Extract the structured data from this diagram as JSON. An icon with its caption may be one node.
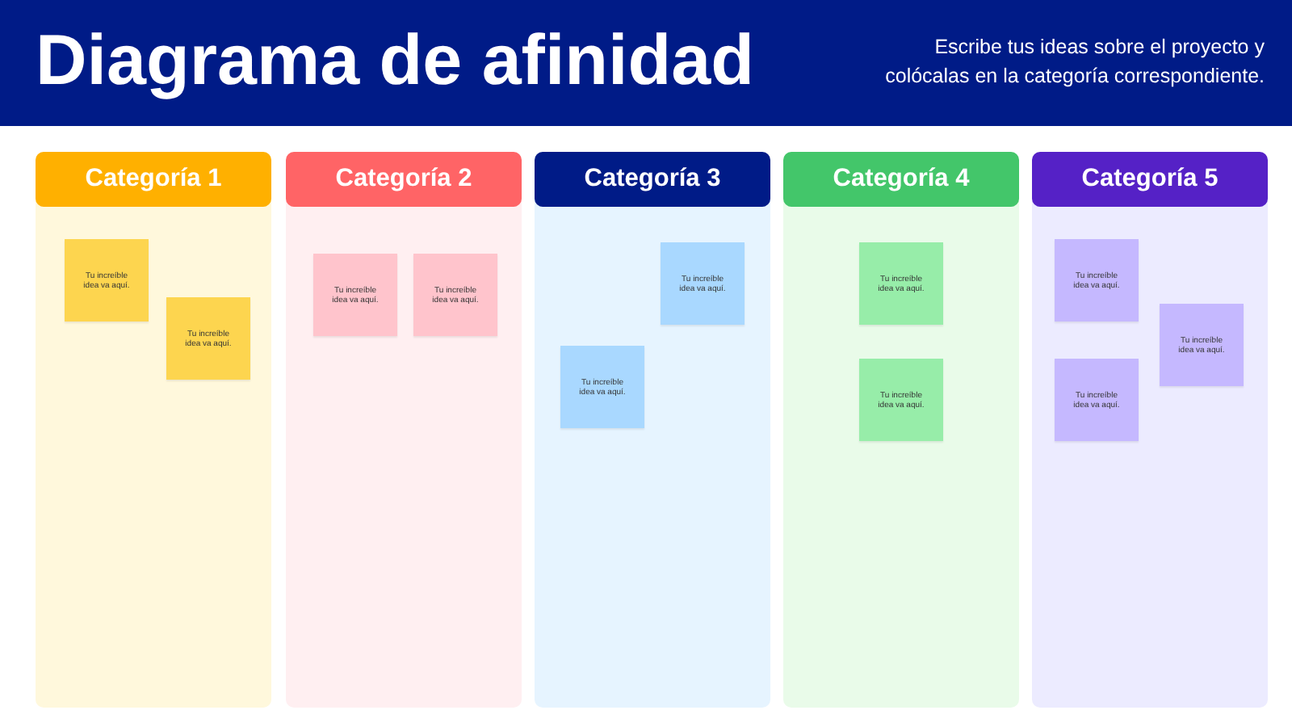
{
  "diagram": {
    "title": "Diagrama de afinidad",
    "nodes": [
      {
        "text": [
          "Categoría 1"
        ]
      },
      {
        "text": [
          "Tu increíble idea va aquí."
        ],
        "in": 0
      },
      {
        "text": [
          "Tu increíble idea va aquí."
        ],
        "in": 0
      },
      {
        "text": [
          "Categoría 2"
        ]
      },
      {
        "text": [
          "Tu increíble idea va aquí."
        ],
        "in": 3
      },
      {
        "text": [
          "Tu increíble idea va aquí."
        ],
        "in": 3
      },
      {
        "text": [
          "Categoría 3"
        ]
      },
      {
        "text": [
          "Tu increíble idea va aquí."
        ],
        "in": 6
      },
      {
        "text": [
          "Tu increíble idea va aquí."
        ],
        "in": 6
      },
      {
        "text": [
          "Categoría 4"
        ]
      },
      {
        "text": [
          "Tu increíble idea va aquí."
        ],
        "in": 9
      },
      {
        "text": [
          "Tu increíble idea va aquí."
        ],
        "in": 9
      },
      {
        "text": [
          "Categoría 5"
        ]
      },
      {
        "text": [
          "Tu increíble idea va aquí."
        ],
        "in": 12
      },
      {
        "text": [
          "Tu increíble idea va aquí."
        ],
        "in": 12
      },
      {
        "text": [
          "Tu increíble idea va aquí."
        ],
        "in": 12
      }
    ],
    "labels": [
      "Escribe tus ideas sobre el proyecto y colócalas en la categoría correspondiente."
    ]
  }
}
